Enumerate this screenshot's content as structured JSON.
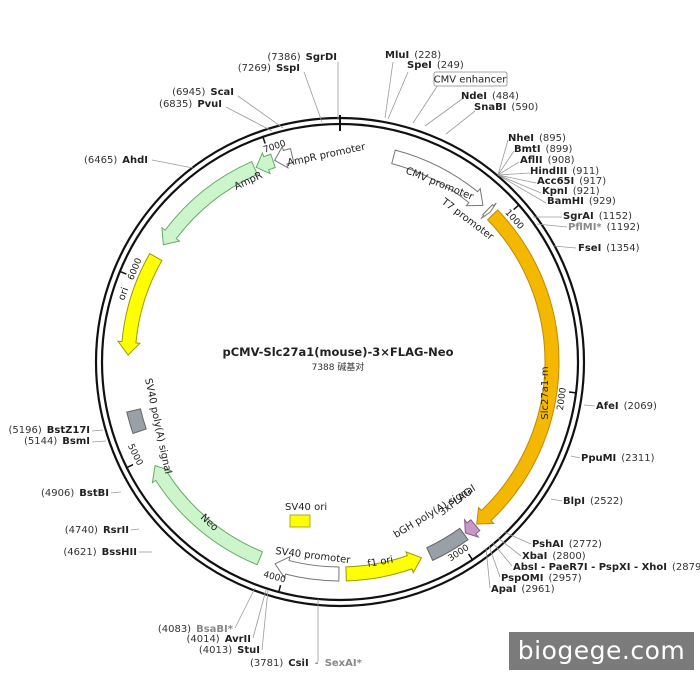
{
  "plasmid": {
    "name": "pCMV-Slc27a1(mouse)-3×FLAG-Neo",
    "size_label": "7388 碱基对",
    "total_bp": 7388
  },
  "watermark": "biogege.com",
  "ticks": [
    {
      "bp": 1000,
      "label": "1000"
    },
    {
      "bp": 2000,
      "label": "2000"
    },
    {
      "bp": 3000,
      "label": "3000"
    },
    {
      "bp": 4000,
      "label": "4000"
    },
    {
      "bp": 5000,
      "label": "5000"
    },
    {
      "bp": 6000,
      "label": "6000"
    },
    {
      "bp": 7000,
      "label": "7000"
    }
  ],
  "features": [
    {
      "name": "CMV promoter",
      "start": 300,
      "end": 870,
      "color": "#ffffff",
      "stroke": "#777777",
      "dir": 1,
      "shape": "arrow"
    },
    {
      "name": "T7 promoter",
      "start": 905,
      "end": 925,
      "color": "#ffffff",
      "stroke": "#777777",
      "dir": 1,
      "shape": "arrow"
    },
    {
      "name": "Slc27a1-m",
      "start": 945,
      "end": 2870,
      "color": "#f5b800",
      "stroke": "#c08a00",
      "dir": 1,
      "shape": "arrow"
    },
    {
      "name": "3xFLAG",
      "start": 2880,
      "end": 2950,
      "color": "#c797c6",
      "stroke": "#8a5a88",
      "dir": 1,
      "shape": "arrow"
    },
    {
      "name": "bGH poly(A) signal",
      "start": 2960,
      "end": 3180,
      "color": "#99a0a8",
      "stroke": "#666666",
      "dir": 0,
      "shape": "box"
    },
    {
      "name": "f1 ori",
      "start": 3230,
      "end": 3660,
      "color": "#ffff00",
      "stroke": "#999900",
      "dir": -1,
      "shape": "arrow"
    },
    {
      "name": "SV40 promoter",
      "start": 3700,
      "end": 4060,
      "color": "#ffffff",
      "stroke": "#777777",
      "dir": 1,
      "shape": "arrow"
    },
    {
      "name": "Neo",
      "start": 4150,
      "end": 4940,
      "color": "#ccf5cc",
      "stroke": "#66aa66",
      "dir": 1,
      "shape": "arrow"
    },
    {
      "name": "SV40 poly(A) signal",
      "start": 5150,
      "end": 5270,
      "color": "#99a0a8",
      "stroke": "#666666",
      "dir": 0,
      "shape": "box"
    },
    {
      "name": "ori",
      "start": 5580,
      "end": 6150,
      "color": "#ffff00",
      "stroke": "#999900",
      "dir": -1,
      "shape": "arrow"
    },
    {
      "name": "AmpR",
      "start": 6230,
      "end": 6900,
      "color": "#ccf5cc",
      "stroke": "#66aa66",
      "dir": -1,
      "shape": "arrow"
    },
    {
      "name": "AmpR promoter",
      "start": 6910,
      "end": 7010,
      "color": "#ccf5cc",
      "stroke": "#66aa66",
      "dir": -1,
      "shape": "arrow"
    },
    {
      "name": "AmpR promoter",
      "start": 7020,
      "end": 7120,
      "color": "#ffffff",
      "stroke": "#777777",
      "dir": -1,
      "shape": "arrow"
    }
  ],
  "feature_labels": [
    {
      "text": "CMV promoter"
    },
    {
      "text": "T7 promoter"
    },
    {
      "text": "Slc27a1-m"
    },
    {
      "text": "3xFLAG"
    },
    {
      "text": "bGH poly(A) signal"
    },
    {
      "text": "f1 ori"
    },
    {
      "text": "SV40 promoter"
    },
    {
      "text": "SV40 ori"
    },
    {
      "text": "Neo"
    },
    {
      "text": "SV40 poly(A) signal"
    },
    {
      "text": "ori"
    },
    {
      "text": "AmpR"
    },
    {
      "text": "AmpR promoter"
    }
  ],
  "boxed_label": "CMV enhancer",
  "sites": [
    {
      "name": "SgrDI",
      "pos": "(7386)",
      "side": "L"
    },
    {
      "name": "SspI",
      "pos": "(7269)",
      "side": "L"
    },
    {
      "name": "ScaI",
      "pos": "(6945)",
      "side": "L"
    },
    {
      "name": "PvuI",
      "pos": "(6835)",
      "side": "L"
    },
    {
      "name": "AhdI",
      "pos": "(6465)",
      "side": "L"
    },
    {
      "name": "MluI",
      "pos": "(228)",
      "side": "R"
    },
    {
      "name": "SpeI",
      "pos": "(249)",
      "side": "R"
    },
    {
      "name": "NdeI",
      "pos": "(484)",
      "side": "R"
    },
    {
      "name": "SnaBI",
      "pos": "(590)",
      "side": "R"
    },
    {
      "name": "NheI",
      "pos": "(895)",
      "side": "R"
    },
    {
      "name": "BmtI",
      "pos": "(899)",
      "side": "R"
    },
    {
      "name": "AflII",
      "pos": "(908)",
      "side": "R"
    },
    {
      "name": "HindIII",
      "pos": "(911)",
      "side": "R"
    },
    {
      "name": "Acc65I",
      "pos": "(917)",
      "side": "R"
    },
    {
      "name": "KpnI",
      "pos": "(921)",
      "side": "R"
    },
    {
      "name": "BamHI",
      "pos": "(929)",
      "side": "R"
    },
    {
      "name": "SgrAI",
      "pos": "(1152)",
      "side": "R"
    },
    {
      "name": "PflMI*",
      "pos": "(1192)",
      "side": "R",
      "gray": true
    },
    {
      "name": "FseI",
      "pos": "(1354)",
      "side": "R"
    },
    {
      "name": "AfeI",
      "pos": "(2069)",
      "side": "R"
    },
    {
      "name": "PpuMI",
      "pos": "(2311)",
      "side": "R"
    },
    {
      "name": "BlpI",
      "pos": "(2522)",
      "side": "R"
    },
    {
      "name": "PshAI",
      "pos": "(2772)",
      "side": "R"
    },
    {
      "name": "XbaI",
      "pos": "(2800)",
      "side": "R"
    },
    {
      "name": "AbsI - PaeR7I - PspXI - XhoI",
      "pos": "(2879)",
      "side": "R"
    },
    {
      "name": "PspOMI",
      "pos": "(2957)",
      "side": "R"
    },
    {
      "name": "ApaI",
      "pos": "(2961)",
      "side": "R"
    },
    {
      "name": "BstZ17I",
      "pos": "(5196)",
      "side": "L"
    },
    {
      "name": "BsmI",
      "pos": "(5144)",
      "side": "L"
    },
    {
      "name": "BstBI",
      "pos": "(4906)",
      "side": "L"
    },
    {
      "name": "RsrII",
      "pos": "(4740)",
      "side": "L"
    },
    {
      "name": "BssHII",
      "pos": "(4621)",
      "side": "L"
    },
    {
      "name": "BsaBI*",
      "pos": "(4083)",
      "side": "L",
      "gray": true
    },
    {
      "name": "AvrII",
      "pos": "(4014)",
      "side": "L"
    },
    {
      "name": "StuI",
      "pos": "(4013)",
      "side": "L"
    },
    {
      "name": "CsiI",
      "pos": "(3781)",
      "side": "L"
    },
    {
      "name": "SexAI*",
      "pos": "",
      "side": "L",
      "gray": true
    }
  ]
}
